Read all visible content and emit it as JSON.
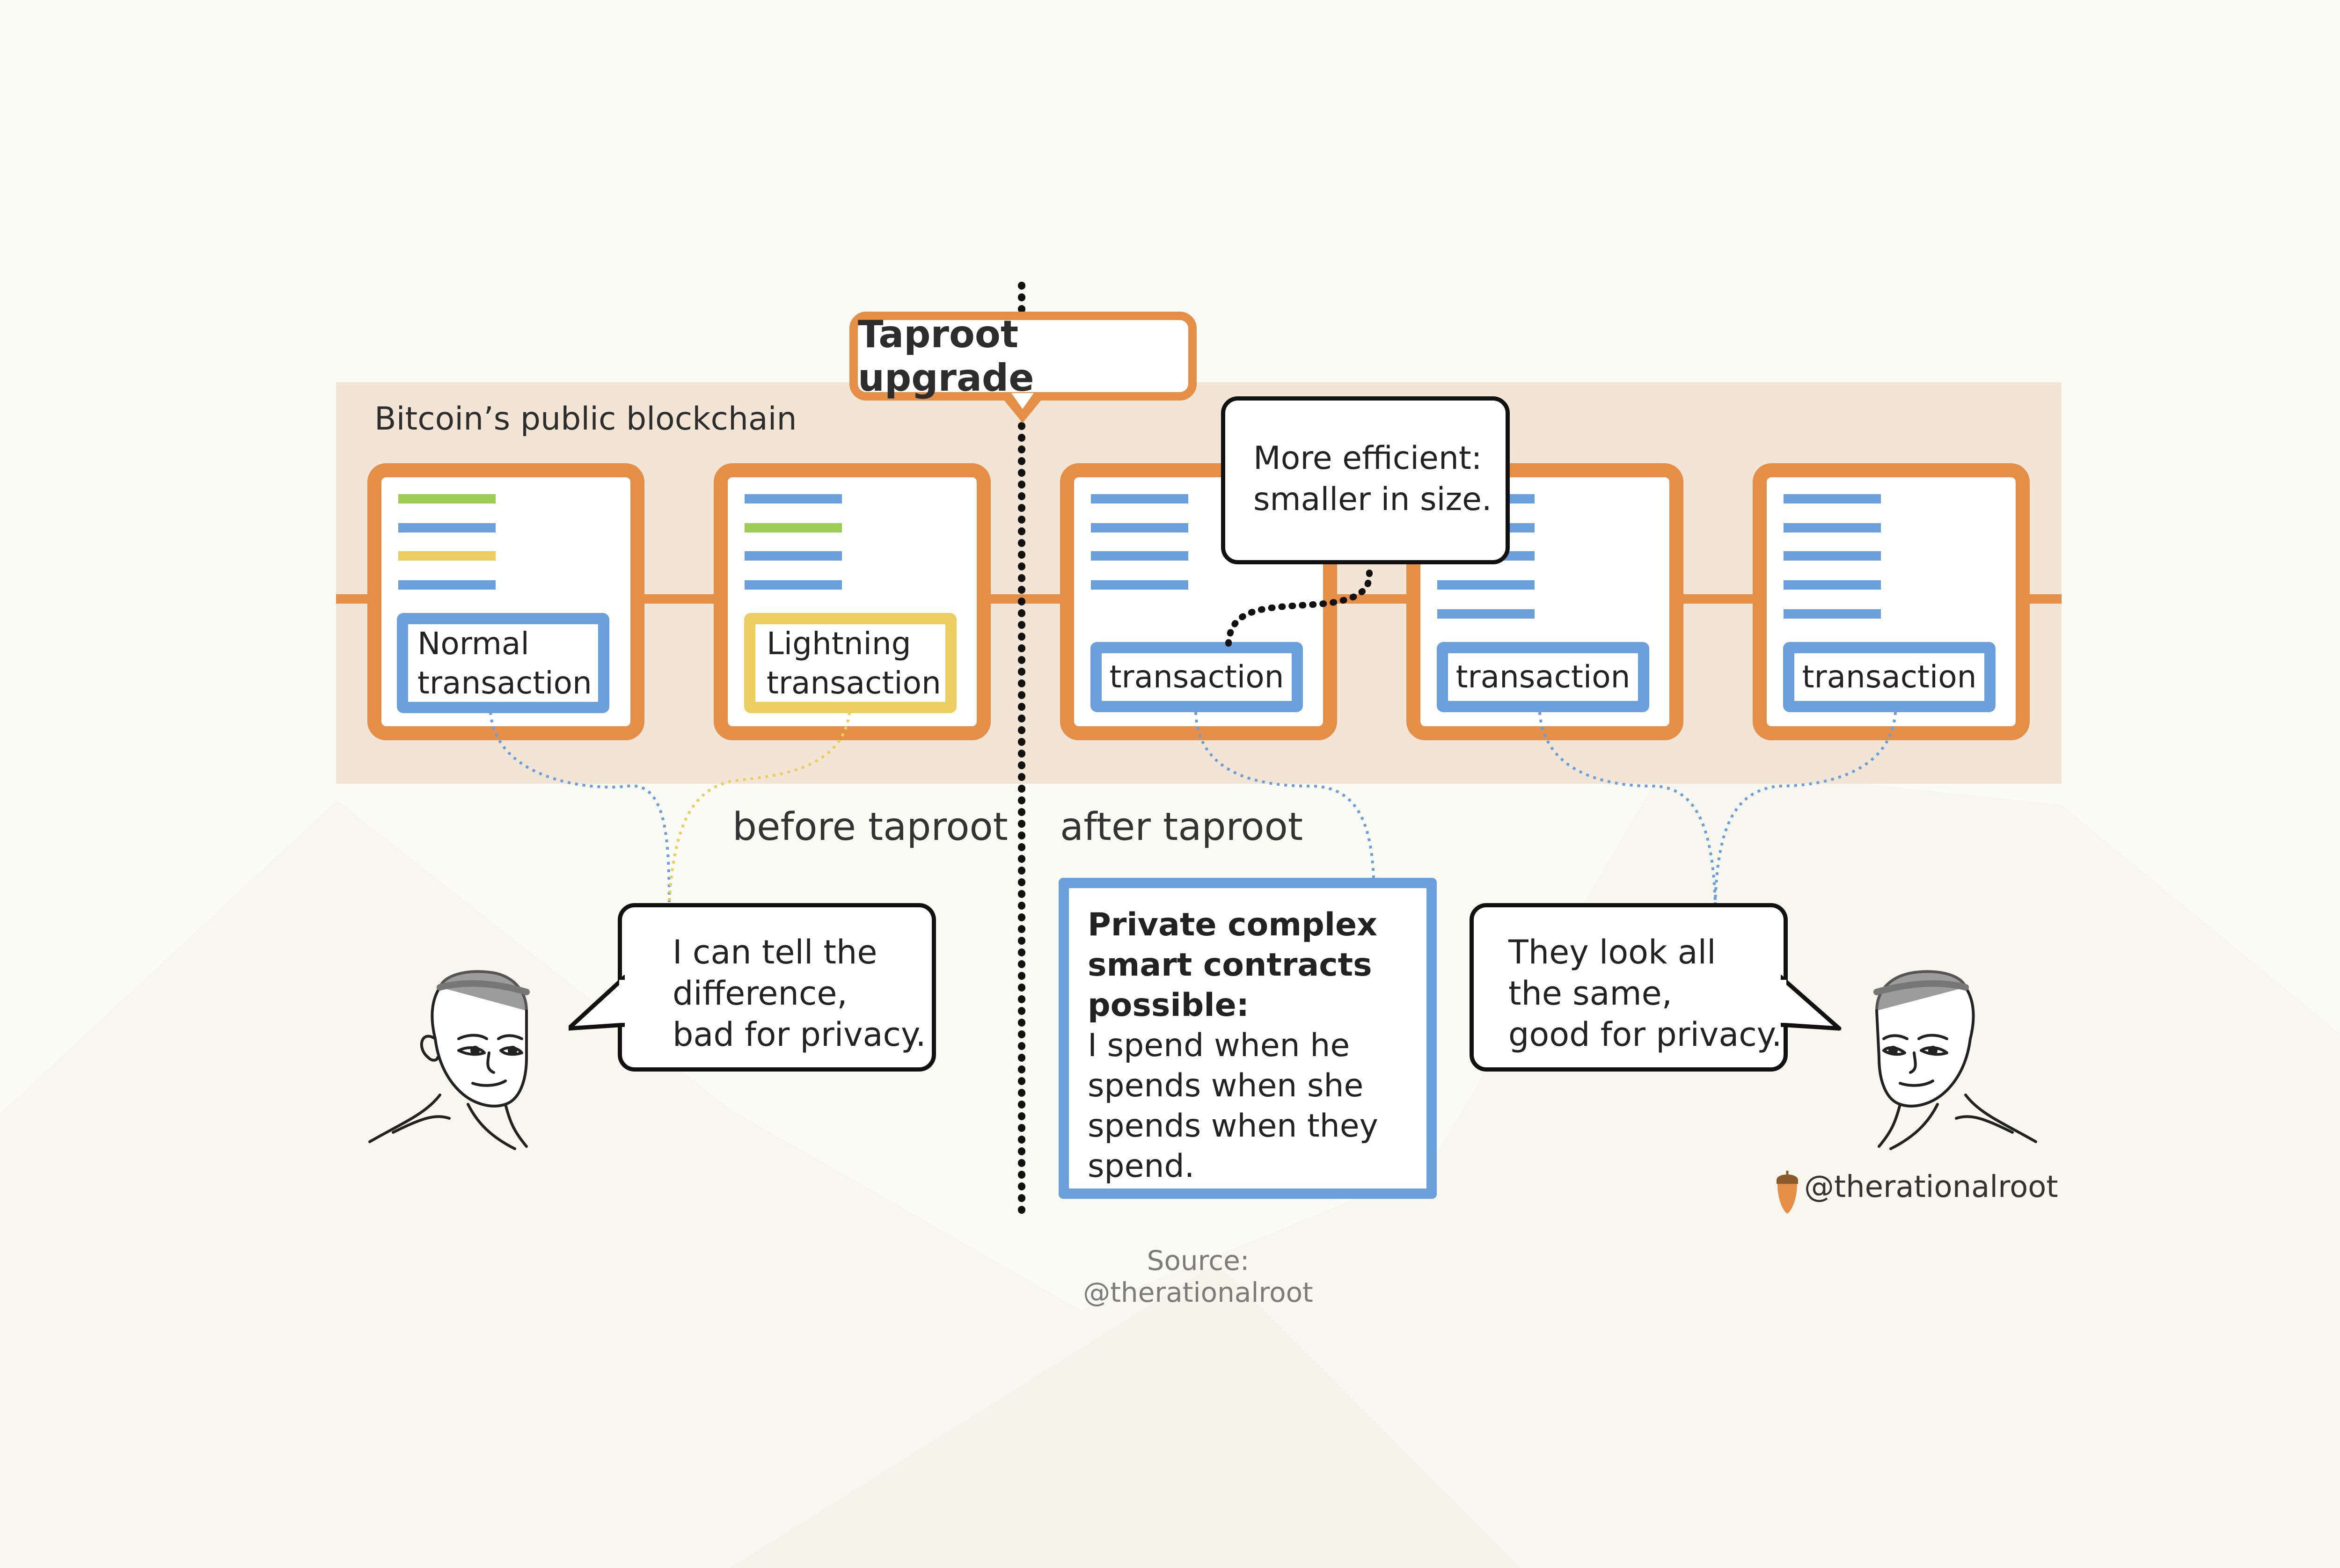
{
  "diagram": {
    "title": "Taproot upgrade",
    "blockchain_label": "Bitcoin’s public blockchain",
    "before_label": "before taproot",
    "after_label": "after taproot",
    "blocks": [
      {
        "tx_label_line1": "Normal",
        "tx_label_line2": "transaction",
        "lines": [
          "green",
          "blue",
          "yellow",
          "blue"
        ]
      },
      {
        "tx_label_line1": "Lightning",
        "tx_label_line2": "transaction",
        "lines": [
          "blue",
          "green",
          "blue",
          "blue"
        ]
      },
      {
        "tx_label": "transaction",
        "lines": [
          "blue",
          "blue",
          "blue",
          "blue"
        ]
      },
      {
        "tx_label": "transaction",
        "lines": [
          "blue",
          "blue",
          "blue",
          "blue",
          "blue"
        ]
      },
      {
        "tx_label": "transaction",
        "lines": [
          "blue",
          "blue",
          "blue",
          "blue",
          "blue"
        ]
      }
    ],
    "efficiency_callout": {
      "line1": "More efficient:",
      "line2": "smaller in size."
    },
    "left_speech": {
      "line1": "I can tell the",
      "line2": "difference,",
      "line3": "bad for privacy."
    },
    "right_speech": {
      "line1": "They look all",
      "line2": "the same,",
      "line3": "good for privacy."
    },
    "private_box": {
      "bold1": "Private complex",
      "bold2": "smart contracts",
      "bold3": "possible:",
      "line1": "I spend when he",
      "line2": "spends when she",
      "line3": "spends when they",
      "line4": "spend."
    },
    "handle": "@therationalroot",
    "source": "Source: @therationalroot",
    "icons": [
      "wojak-face-icon",
      "acorn-icon"
    ]
  },
  "colors": {
    "orange": "#e58e47",
    "blue": "#6a9fdc",
    "green": "#9dcc54",
    "yellow": "#ebcd60",
    "band": "#f3e5d6",
    "background": "#fbfbf6"
  }
}
